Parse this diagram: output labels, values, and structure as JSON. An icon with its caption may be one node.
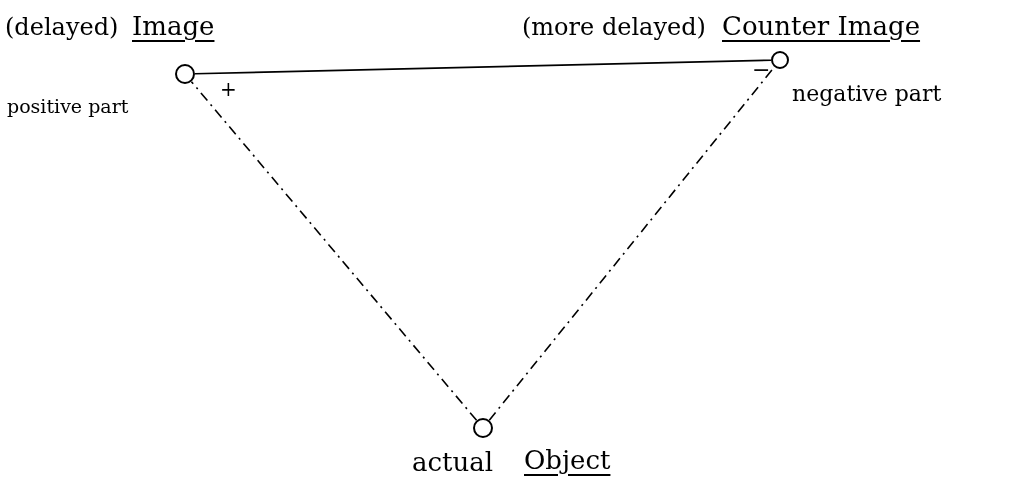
{
  "diagram": {
    "nodes": [
      {
        "text": [
          "Image"
        ],
        "beside": [
          "(delayed)",
          "positive part"
        ]
      },
      {
        "text": [
          "Counter Image"
        ],
        "beside": [
          "(more delayed)",
          "negative part"
        ]
      },
      {
        "text": [
          "Object"
        ],
        "beside": [
          "actual"
        ]
      }
    ],
    "edges": [
      {
        "from": 0,
        "to": 1,
        "arrow": "none"
      },
      {
        "from": 2,
        "to": 0,
        "arrow": "none",
        "style": "dashed"
      },
      {
        "from": 2,
        "to": 1,
        "arrow": "none",
        "style": "dashed"
      }
    ],
    "labels": [
      "+",
      "−"
    ]
  }
}
